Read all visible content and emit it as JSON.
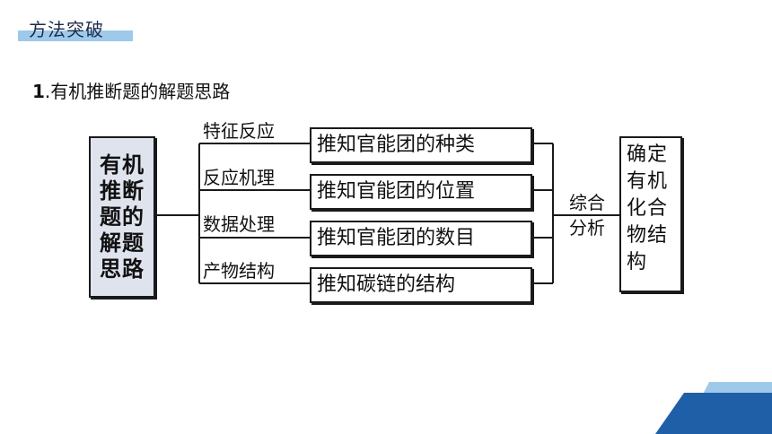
{
  "section_tag": "方法突破",
  "heading": {
    "number": "1",
    "text": ".有机推断题的解题思路"
  },
  "left_box": {
    "lines": [
      "有机",
      "推断",
      "题的",
      "解题",
      "思路"
    ]
  },
  "branches": [
    {
      "label": "特征反应",
      "result": "推知官能团的种类"
    },
    {
      "label": "反应机理",
      "result": "推知官能团的位置"
    },
    {
      "label": "数据处理",
      "result": "推知官能团的数目"
    },
    {
      "label": "产物结构",
      "result": "推知碳链的结构"
    }
  ],
  "combine_label": {
    "lines": [
      "综合",
      "分析"
    ]
  },
  "right_box": {
    "lines": [
      "确定",
      "有机",
      "化合",
      "物结",
      "构"
    ]
  },
  "colors": {
    "accent_light": "#9ec9ea",
    "accent_dark": "#1f5fa8",
    "left_box_fill": "#dfe3ee"
  }
}
